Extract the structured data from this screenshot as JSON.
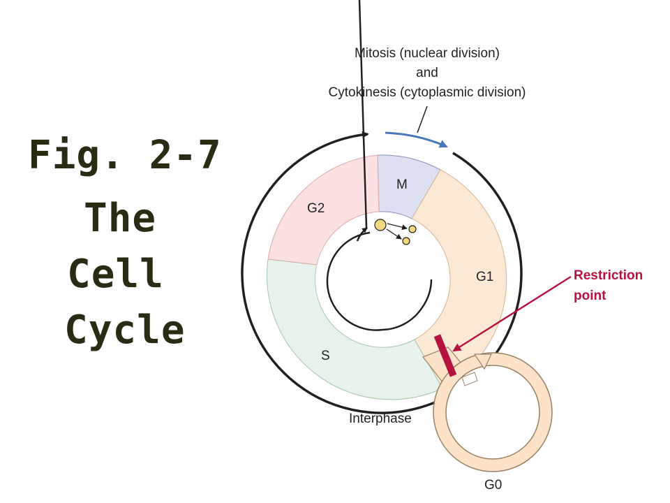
{
  "figure": {
    "title_lines": [
      "Fig. 2-7",
      "The",
      "Cell",
      "Cycle"
    ]
  },
  "diagram": {
    "top_label": {
      "line1": "Mitosis (nuclear division)",
      "line2": "and",
      "line3": "Cytokinesis (cytoplasmic division)"
    },
    "phases": {
      "m": "M",
      "g1": "G1",
      "g2": "G2",
      "s": "S",
      "g0": "G0",
      "interphase": "Interphase"
    },
    "restriction": {
      "line1": "Restriction",
      "line2": "point"
    },
    "colors": {
      "m": "#dde0f2",
      "g1": "#fbe9d6",
      "g2": "#fbe1e1",
      "s": "#e6f2ea",
      "g0": "#fbe2c9",
      "restriction": "#b5123e",
      "mitosis_arrow": "#4a78b8",
      "cell": "#f3d97e"
    }
  }
}
